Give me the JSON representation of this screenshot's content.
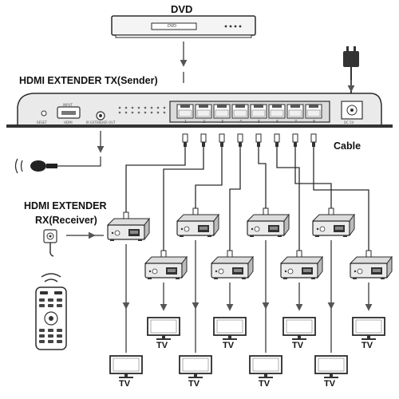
{
  "labels": {
    "dvd_title": "DVD",
    "dvd_screen": "DVD",
    "sender_title": "HDMI EXTENDER TX(Sender)",
    "receiver_title_line1": "HDMI EXTENDER",
    "receiver_title_line2": "RX(Receiver)",
    "cable_label": "Cable",
    "tv_label": "TV",
    "reset_label": "RESET",
    "hdmi_label": "HDMI",
    "hdmi_input_label": "INPUT",
    "ir_label": "IR EXTENDER OUT",
    "dc_label": "DC 5V"
  },
  "sender": {
    "port_numbers": [
      "1",
      "2",
      "3",
      "4",
      "5",
      "6",
      "7",
      "8"
    ]
  },
  "tvs": {
    "count": 8
  },
  "colors": {
    "stroke": "#2b2b2b",
    "device_fill": "#eaeaea",
    "device_dark": "#333333",
    "arrow": "#555555",
    "text": "#111111"
  },
  "icons": [
    "ir-remote-icon",
    "ir-receiver-eye-icon",
    "power-adapter-icon",
    "remote-control-icon",
    "signal-waves-icon"
  ]
}
